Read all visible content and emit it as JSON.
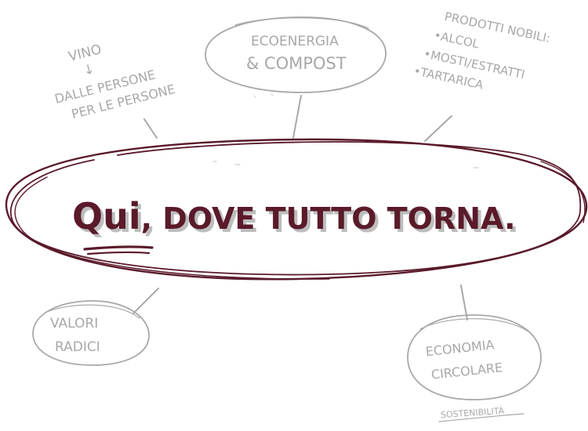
{
  "colors": {
    "accent": "#5a1a2a",
    "sketch": "#a8a8a8",
    "shadow": "#bdbdbd",
    "background": "#ffffff"
  },
  "main": {
    "highlight": "Qui",
    "rest": ", DOVE TUTTO TORNA."
  },
  "nodes": {
    "vino": {
      "line1": "VINO",
      "arrow": "↓",
      "line2": "DALLE PERSONE",
      "line3": "PER LE PERSONE"
    },
    "ecoenergia": {
      "line1": "ECOENERGIA",
      "line2": "& COMPOST"
    },
    "prodotti": {
      "title": "PRODOTTI NOBILI:",
      "items": [
        "•ALCOL",
        "•MOSTI/ESTRATTI",
        "•TARTARICA"
      ]
    },
    "valori": {
      "line1": "VALORI",
      "line2": "RADICI"
    },
    "economia": {
      "line1": "ECONOMIA",
      "line2": "CIRCOLARE",
      "note": "SOSTENIBILITÀ"
    }
  }
}
